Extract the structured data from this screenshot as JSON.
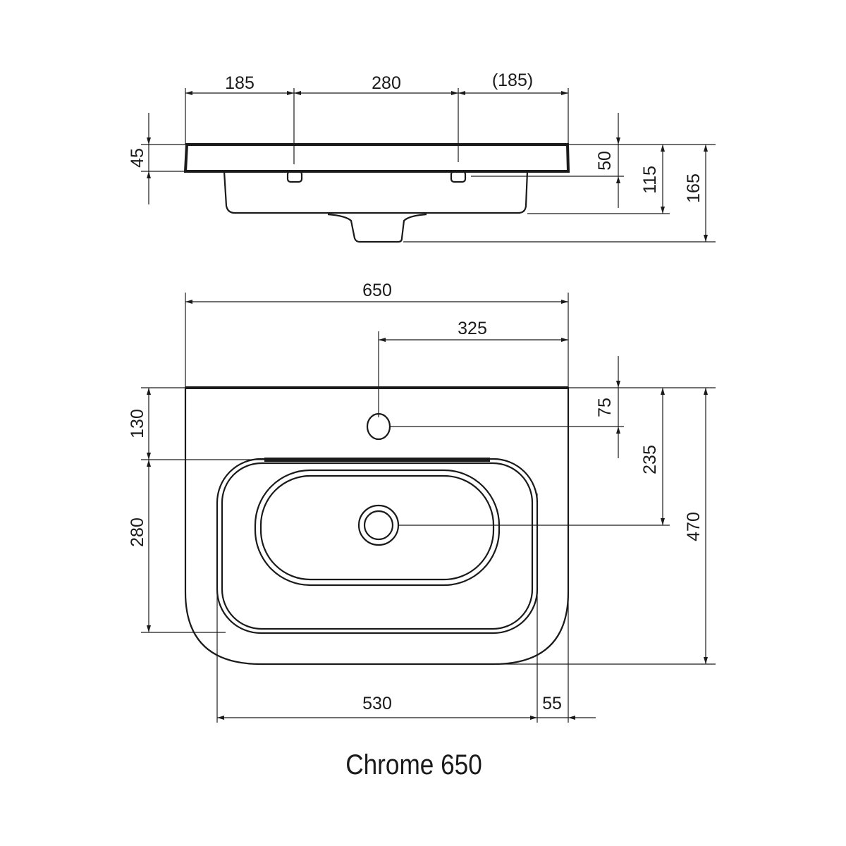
{
  "title": "Chrome 650",
  "side_view": {
    "top_dims": [
      "185",
      "280",
      "(185)"
    ],
    "left_dim": "45",
    "right_dims": [
      "50",
      "115",
      "165"
    ]
  },
  "top_view": {
    "width_dim": "650",
    "tap_offset_dim": "325",
    "left_dims": [
      "130",
      "280"
    ],
    "right_dims": [
      "75",
      "235",
      "470"
    ],
    "bottom_dims": [
      "530",
      "55"
    ]
  }
}
